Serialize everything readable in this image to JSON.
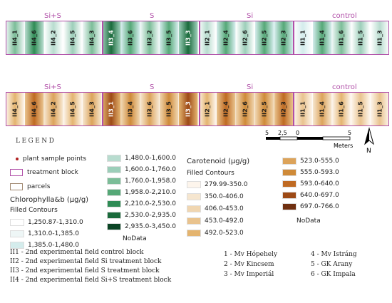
{
  "blocks_top": [
    {
      "name": "Si+S",
      "plots": [
        "II4_1",
        "II4_6",
        "II4_2",
        "II4_5",
        "II4_3"
      ]
    },
    {
      "name": "S",
      "plots": [
        "II3_4",
        "II3_6",
        "II3_2",
        "II3_5",
        "II3_3"
      ]
    },
    {
      "name": "Si",
      "plots": [
        "II2_1",
        "II2_4",
        "II2_6",
        "II2_5",
        "II2_3"
      ]
    },
    {
      "name": "control",
      "plots": [
        "II1_1",
        "II1_4",
        "II1_6",
        "II1_5",
        "II1_3"
      ]
    }
  ],
  "blocks_bottom": [
    {
      "name": "Si+S",
      "plots": [
        "II4_1",
        "II4_6",
        "II4_2",
        "II4_5",
        "II4_3"
      ]
    },
    {
      "name": "S",
      "plots": [
        "II3_1",
        "II3_4",
        "II3_6",
        "II3_5",
        "II3_3"
      ]
    },
    {
      "name": "Si",
      "plots": [
        "II2_1",
        "II2_4",
        "II2_6",
        "II2_5",
        "II2_3"
      ]
    },
    {
      "name": "control",
      "plots": [
        "II1_1",
        "II1_4",
        "II1_6",
        "II1_5",
        "II1_3"
      ]
    }
  ],
  "chlorophyll_levels": [
    3,
    5,
    1,
    2,
    3,
    6,
    4,
    3,
    4,
    6,
    1,
    4,
    2,
    4,
    4,
    0,
    4,
    3,
    2,
    1
  ],
  "carotenoid_levels": [
    2,
    5,
    3,
    2,
    3,
    6,
    4,
    3,
    4,
    6,
    2,
    5,
    4,
    4,
    5,
    1,
    3,
    2,
    1,
    1
  ],
  "legend": {
    "heading": "LEGEND",
    "sample_points": "plant sample points",
    "treatment_block": "treatment block",
    "parcels": "parcels"
  },
  "chlorophyll": {
    "title": "Chlorophylla&b (μg/g)",
    "subtitle": "Filled Contours",
    "classes": [
      {
        "label": "1,250.87-1,310.0",
        "color": "#ffffff"
      },
      {
        "label": "1,310.0-1,385.0",
        "color": "#eef6f6"
      },
      {
        "label": "1,385.0-1,480.0",
        "color": "#d4ecec"
      },
      {
        "label": "1,480.0-1,600.0",
        "color": "#b8dccf"
      },
      {
        "label": "1,600.0-1,760.0",
        "color": "#9cceb9"
      },
      {
        "label": "1,760.0-1,958.0",
        "color": "#7cbd98"
      },
      {
        "label": "1,958.0-2,210.0",
        "color": "#55a877"
      },
      {
        "label": "2,210.0-2,530.0",
        "color": "#2f8c55"
      },
      {
        "label": "2,530.0-2,935.0",
        "color": "#1a6a3b"
      },
      {
        "label": "2,935.0-3,450.0",
        "color": "#0b4425"
      }
    ],
    "nodata": "NoData"
  },
  "carotenoid": {
    "title": "Carotenoid (μg/g)",
    "subtitle": "Filled Contours",
    "classes": [
      {
        "label": "279.99-350.0",
        "color": "#fdf5ec"
      },
      {
        "label": "350.0-406.0",
        "color": "#f6e6cf"
      },
      {
        "label": "406.0-453.0",
        "color": "#f0d6b1"
      },
      {
        "label": "453.0-492.0",
        "color": "#e9c38e"
      },
      {
        "label": "492.0-523.0",
        "color": "#e4b46f"
      },
      {
        "label": "523.0-555.0",
        "color": "#dca35a"
      },
      {
        "label": "555.0-593.0",
        "color": "#cf8a38"
      },
      {
        "label": "593.0-640.0",
        "color": "#bf6a22"
      },
      {
        "label": "640.0-697.0",
        "color": "#9d4a16"
      },
      {
        "label": "697.0-766.0",
        "color": "#6f2f10"
      }
    ],
    "nodata": "NoData"
  },
  "scale": {
    "ticks": [
      "5",
      "2,5",
      "0",
      "5"
    ],
    "unit": "Meters"
  },
  "north": "N",
  "field_key": [
    "II1 - 2nd experimental field control block",
    "II2 - 2nd experimental field Si treatment block",
    "II3 - 2nd experimental field S treatment block",
    "II4 - 2nd experimental field Si+S treatment block"
  ],
  "variety_key": [
    "1 - Mv Hópehely",
    "2 - Mv Kincsem",
    "3 - Mv Imperiál",
    "4 - Mv Istráng",
    "5 - GK Arany",
    "6 - GK Impala"
  ]
}
